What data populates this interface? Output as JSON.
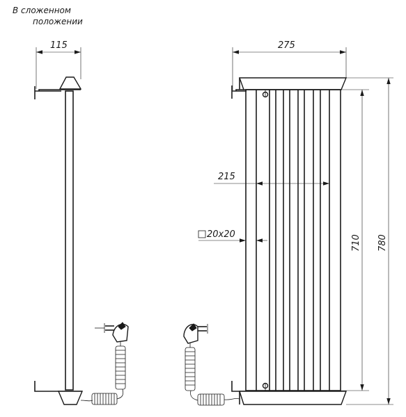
{
  "caption": {
    "line1": "В сложенном",
    "line2": "положении"
  },
  "dimensions": {
    "side_width": "115",
    "front_width": "275",
    "inner_width": "215",
    "tube_section": "20x20",
    "inner_height": "710",
    "total_height": "780"
  }
}
